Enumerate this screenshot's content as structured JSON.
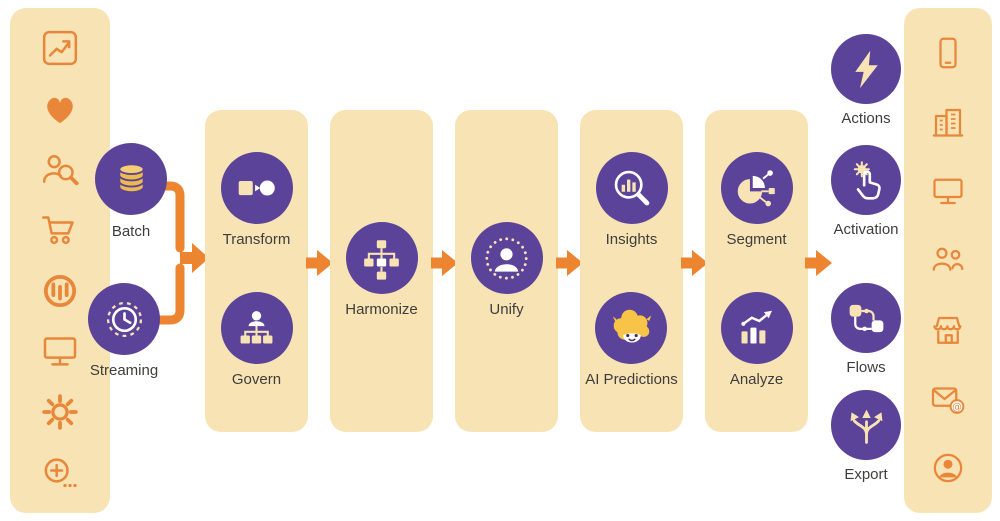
{
  "colors": {
    "cream": "#F8E3B4",
    "purple": "#5B439A",
    "arrow_orange": "#ED8430",
    "icon_orange": "#E8873A",
    "text": "#3E3E3C",
    "einstein_yellow": "#F7C447",
    "coin_gold": "#EDBA4E"
  },
  "sources_panel": {
    "icons": [
      "analytics-chart-icon",
      "heart-icon",
      "customer-search-icon",
      "shopping-cart-icon",
      "mulesoft-icon",
      "desktop-icon",
      "gear-icon",
      "add-more-icon"
    ]
  },
  "ingest": {
    "batch": {
      "label": "Batch",
      "icon": "database-icon"
    },
    "streaming": {
      "label": "Streaming",
      "icon": "clock-icon"
    }
  },
  "stages": [
    {
      "name": "transform-govern",
      "items": [
        {
          "label": "Transform",
          "icon": "transform-icon"
        },
        {
          "label": "Govern",
          "icon": "govern-icon"
        }
      ]
    },
    {
      "name": "harmonize",
      "items": [
        {
          "label": "Harmonize",
          "icon": "harmonize-icon"
        }
      ]
    },
    {
      "name": "unify",
      "items": [
        {
          "label": "Unify",
          "icon": "unify-icon"
        }
      ]
    },
    {
      "name": "insights-ai",
      "items": [
        {
          "label": "Insights",
          "icon": "insights-icon"
        },
        {
          "label": "AI Predictions",
          "icon": "einstein-icon"
        }
      ]
    },
    {
      "name": "segment-analyze",
      "items": [
        {
          "label": "Segment",
          "icon": "segment-icon"
        },
        {
          "label": "Analyze",
          "icon": "analyze-icon"
        }
      ]
    }
  ],
  "outputs": [
    {
      "label": "Actions",
      "icon": "lightning-icon"
    },
    {
      "label": "Activation",
      "icon": "hand-gear-icon"
    },
    {
      "label": "Flows",
      "icon": "flow-icon"
    },
    {
      "label": "Export",
      "icon": "export-arrows-icon"
    }
  ],
  "destinations_panel": {
    "icons": [
      "mobile-phone-icon",
      "buildings-icon",
      "desktop-icon",
      "team-icon",
      "storefront-icon",
      "email-at-icon",
      "avatar-icon"
    ]
  }
}
